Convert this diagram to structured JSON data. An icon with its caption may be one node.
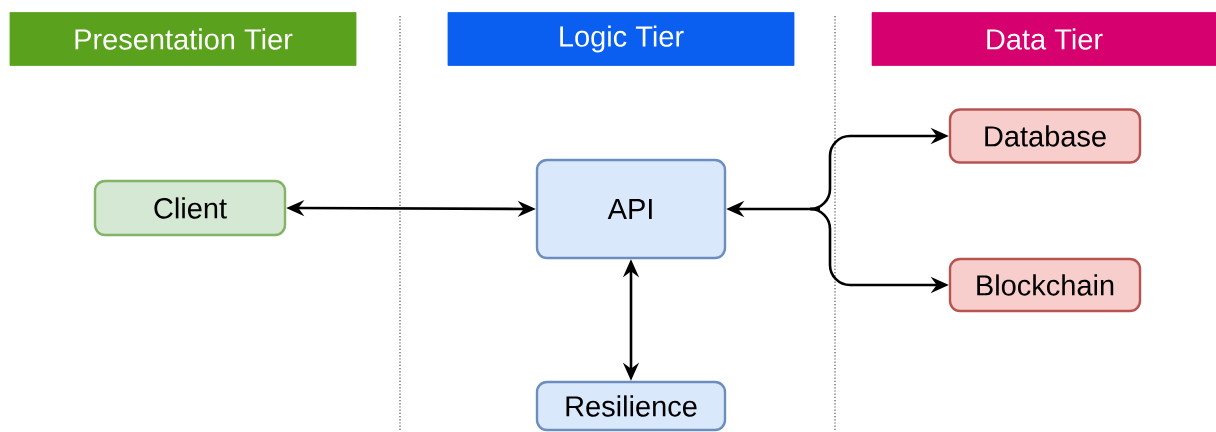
{
  "diagram": {
    "nodes": [
      {
        "text": [
          "Presentation Tier"
        ]
      },
      {
        "text": [
          "Logic Tier"
        ]
      },
      {
        "text": [
          "Data Tier"
        ]
      },
      {
        "text": [
          "Client"
        ]
      },
      {
        "text": [
          "API"
        ]
      },
      {
        "text": [
          "Database"
        ]
      },
      {
        "text": [
          "Blockchain"
        ]
      },
      {
        "text": [
          "Resilience"
        ]
      }
    ],
    "edges": [
      {
        "from": 3,
        "to": 4,
        "arrow": "both"
      },
      {
        "from": 4,
        "to": 5,
        "arrow": "both"
      },
      {
        "from": 4,
        "to": 6,
        "arrow": "both"
      },
      {
        "from": 4,
        "to": 7,
        "arrow": "both"
      }
    ]
  }
}
